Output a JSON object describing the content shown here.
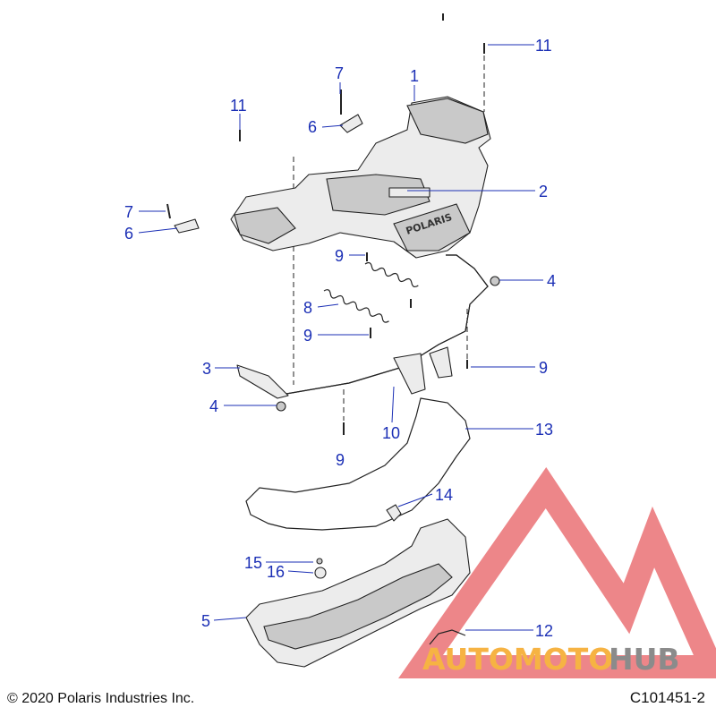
{
  "footer": {
    "copyright": "© 2020 Polaris Industries Inc.",
    "diagram_id": "C101451-2"
  },
  "part_badge_text": "POLARIS",
  "watermark": {
    "word_a": "AUTOMOTO",
    "word_b": "HUB",
    "color_a": "#f5a623",
    "color_b": "#777777",
    "triangle_color": "#e3343a"
  },
  "callout_color": "#1b2fb5",
  "callouts": [
    {
      "id": "c1",
      "label": "1"
    },
    {
      "id": "c2",
      "label": "2"
    },
    {
      "id": "c3",
      "label": "3"
    },
    {
      "id": "c4a",
      "label": "4"
    },
    {
      "id": "c4b",
      "label": "4"
    },
    {
      "id": "c5",
      "label": "5"
    },
    {
      "id": "c6a",
      "label": "6"
    },
    {
      "id": "c6b",
      "label": "6"
    },
    {
      "id": "c7a",
      "label": "7"
    },
    {
      "id": "c7b",
      "label": "7"
    },
    {
      "id": "c8",
      "label": "8"
    },
    {
      "id": "c9a",
      "label": "9"
    },
    {
      "id": "c9b",
      "label": "9"
    },
    {
      "id": "c9c",
      "label": "9"
    },
    {
      "id": "c9d",
      "label": "9"
    },
    {
      "id": "c10",
      "label": "10"
    },
    {
      "id": "c11a",
      "label": "11"
    },
    {
      "id": "c11b",
      "label": "11"
    },
    {
      "id": "c12",
      "label": "12"
    },
    {
      "id": "c13",
      "label": "13"
    },
    {
      "id": "c14",
      "label": "14"
    },
    {
      "id": "c15",
      "label": "15"
    },
    {
      "id": "c16",
      "label": "16"
    }
  ]
}
